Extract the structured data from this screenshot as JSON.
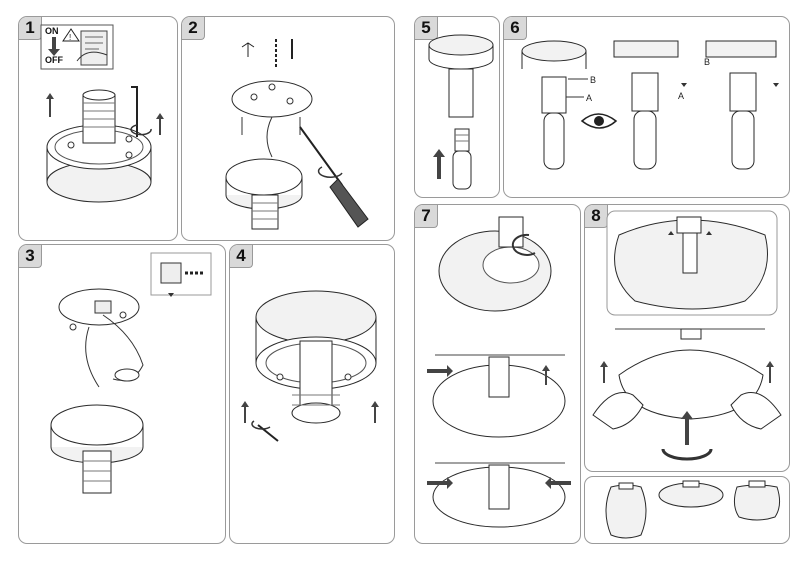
{
  "steps": [
    {
      "number": "1"
    },
    {
      "number": "2"
    },
    {
      "number": "3"
    },
    {
      "number": "4"
    },
    {
      "number": "5"
    },
    {
      "number": "6"
    },
    {
      "number": "7"
    },
    {
      "number": "8"
    }
  ],
  "switch": {
    "on": "ON",
    "off": "OFF"
  },
  "markers": {
    "a": "A",
    "b": "B"
  },
  "colors": {
    "line": "#2a2a2a",
    "panel_border": "#9a9a9a",
    "badge": "#d9d9d9",
    "shade": "#f2f2f2",
    "arrow": "#3c3c3c"
  }
}
